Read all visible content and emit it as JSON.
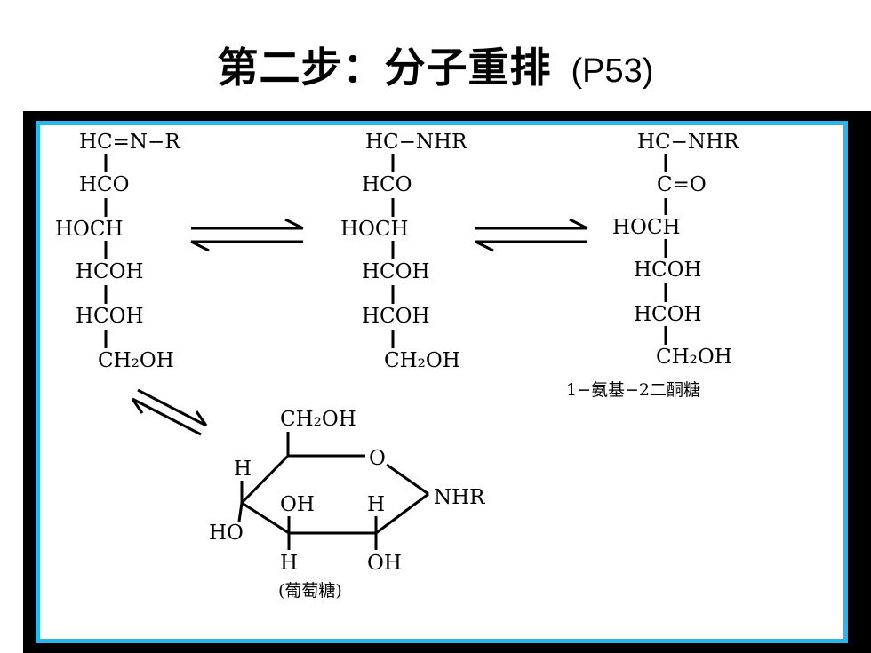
{
  "slide": {
    "title": "第二步：分子重排",
    "page_ref": "(P53)"
  },
  "structures": {
    "schiff_base": {
      "c1": "HC=N−R",
      "c2": "HCO",
      "c3": "HOCH",
      "c4": "HCOH",
      "c5": "HCOH",
      "c6": "CH₂OH"
    },
    "enamine": {
      "c1": "HC−NHR",
      "c2": "HCO",
      "c3": "HOCH",
      "c4": "HCOH",
      "c5": "HCOH",
      "c6": "CH₂OH"
    },
    "amadori": {
      "c1": "HC−NHR",
      "c2": "C=O",
      "c3": "HOCH",
      "c4": "HCOH",
      "c5": "HCOH",
      "c6": "CH₂OH",
      "name": "1−氨基−2二酮糖"
    },
    "glucosylamine": {
      "ch2oh": "CH₂OH",
      "o": "O",
      "nhr": "NHR",
      "h_left": "H",
      "ho": "HO",
      "oh_top": "OH",
      "h_top": "H",
      "h_bottom": "H",
      "oh_bottom": "OH",
      "name": "(葡萄糖)"
    }
  },
  "colors": {
    "frame": "#000000",
    "border": "#29b6ee"
  }
}
